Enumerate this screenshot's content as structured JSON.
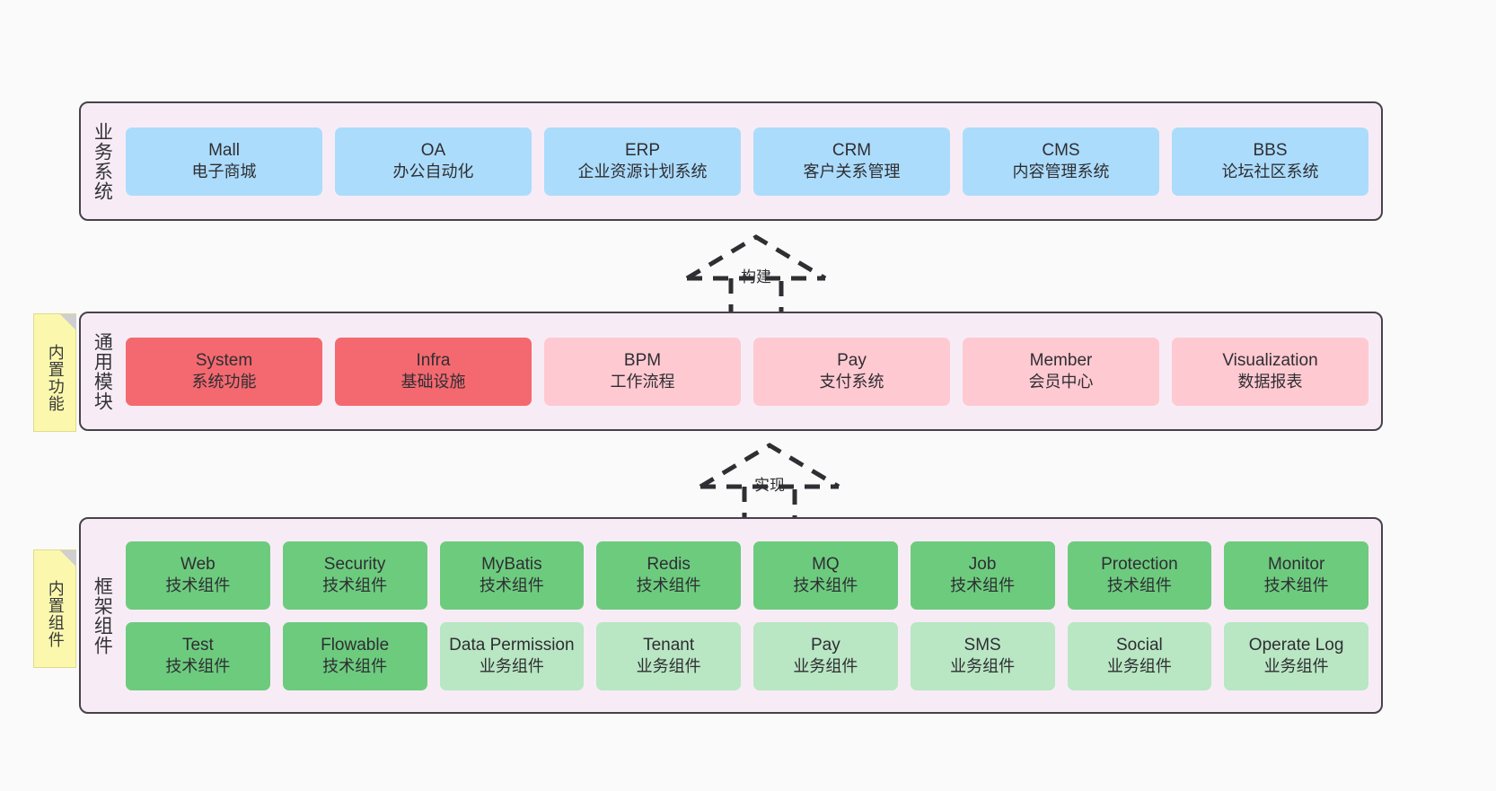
{
  "diagram": {
    "title": "Framework Architecture Layers",
    "colors": {
      "layer_background": "#F7ECF5",
      "layer_border": "#46424A",
      "business_system": "#ACDCFB",
      "module_core": "#F4696F",
      "module_optional": "#FFC9D1",
      "tech_component": "#6DCB7E",
      "business_component": "#B9E6C3",
      "sticky_note": "#FBF8AE",
      "canvas": "#FAFAFA"
    }
  },
  "notes": [
    {
      "id": "built-in-functions",
      "label": "内置功能"
    },
    {
      "id": "built-in-components",
      "label": "内置组件"
    }
  ],
  "arrows": [
    {
      "id": "build",
      "label": "构建",
      "style": "dashed-generalization"
    },
    {
      "id": "realize",
      "label": "实现",
      "style": "dashed-generalization"
    }
  ],
  "layers": [
    {
      "id": "business-systems",
      "title": "业务系统",
      "rows": [
        [
          {
            "name": "Mall",
            "desc": "电子商城",
            "variant": "blue"
          },
          {
            "name": "OA",
            "desc": "办公自动化",
            "variant": "blue"
          },
          {
            "name": "ERP",
            "desc": "企业资源计划系统",
            "variant": "blue"
          },
          {
            "name": "CRM",
            "desc": "客户关系管理",
            "variant": "blue"
          },
          {
            "name": "CMS",
            "desc": "内容管理系统",
            "variant": "blue"
          },
          {
            "name": "BBS",
            "desc": "论坛社区系统",
            "variant": "blue"
          }
        ]
      ]
    },
    {
      "id": "common-modules",
      "title": "通用模块",
      "rows": [
        [
          {
            "name": "System",
            "desc": "系统功能",
            "variant": "red"
          },
          {
            "name": "Infra",
            "desc": "基础设施",
            "variant": "red"
          },
          {
            "name": "BPM",
            "desc": "工作流程",
            "variant": "pink"
          },
          {
            "name": "Pay",
            "desc": "支付系统",
            "variant": "pink"
          },
          {
            "name": "Member",
            "desc": "会员中心",
            "variant": "pink"
          },
          {
            "name": "Visualization",
            "desc": "数据报表",
            "variant": "pink"
          }
        ]
      ]
    },
    {
      "id": "framework-components",
      "title": "框架组件",
      "rows": [
        [
          {
            "name": "Web",
            "desc": "技术组件",
            "variant": "green"
          },
          {
            "name": "Security",
            "desc": "技术组件",
            "variant": "green"
          },
          {
            "name": "MyBatis",
            "desc": "技术组件",
            "variant": "green"
          },
          {
            "name": "Redis",
            "desc": "技术组件",
            "variant": "green"
          },
          {
            "name": "MQ",
            "desc": "技术组件",
            "variant": "green"
          },
          {
            "name": "Job",
            "desc": "技术组件",
            "variant": "green"
          },
          {
            "name": "Protection",
            "desc": "技术组件",
            "variant": "green"
          },
          {
            "name": "Monitor",
            "desc": "技术组件",
            "variant": "green"
          }
        ],
        [
          {
            "name": "Test",
            "desc": "技术组件",
            "variant": "green"
          },
          {
            "name": "Flowable",
            "desc": "技术组件",
            "variant": "green"
          },
          {
            "name": "Data Permission",
            "desc": "业务组件",
            "variant": "greenlight"
          },
          {
            "name": "Tenant",
            "desc": "业务组件",
            "variant": "greenlight"
          },
          {
            "name": "Pay",
            "desc": "业务组件",
            "variant": "greenlight"
          },
          {
            "name": "SMS",
            "desc": "业务组件",
            "variant": "greenlight"
          },
          {
            "name": "Social",
            "desc": "业务组件",
            "variant": "greenlight"
          },
          {
            "name": "Operate Log",
            "desc": "业务组件",
            "variant": "greenlight"
          }
        ]
      ]
    }
  ]
}
